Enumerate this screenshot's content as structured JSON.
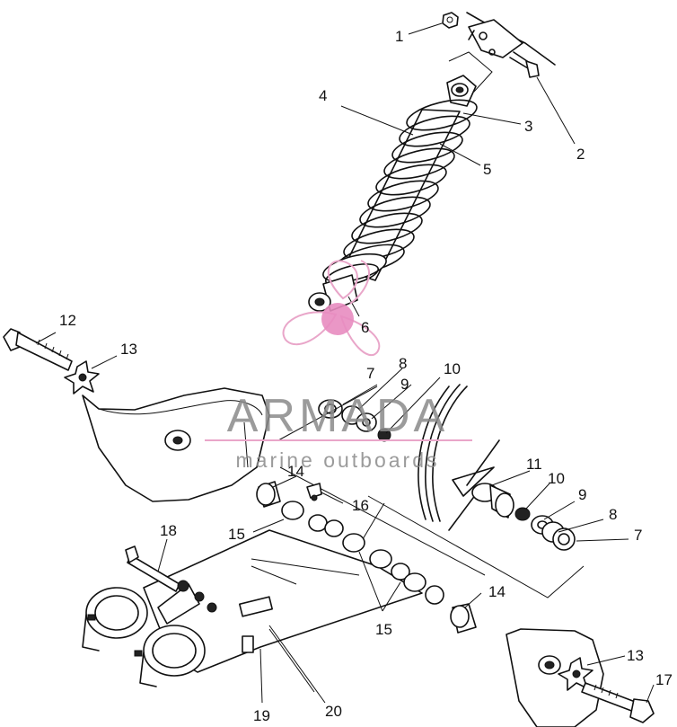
{
  "watermark": {
    "brand": "ARMADA",
    "tagline": "marine outboards",
    "logo_color": "#e9a6c9",
    "logo_fill": "#e88cc0"
  },
  "callouts": [
    {
      "id": "c1",
      "text": "1"
    },
    {
      "id": "c2",
      "text": "2"
    },
    {
      "id": "c3",
      "text": "3"
    },
    {
      "id": "c4",
      "text": "4"
    },
    {
      "id": "c5",
      "text": "5"
    },
    {
      "id": "c6",
      "text": "6"
    },
    {
      "id": "c7a",
      "text": "7"
    },
    {
      "id": "c8a",
      "text": "8"
    },
    {
      "id": "c9a",
      "text": "9"
    },
    {
      "id": "c10a",
      "text": "10"
    },
    {
      "id": "c11",
      "text": "11"
    },
    {
      "id": "c10b",
      "text": "10"
    },
    {
      "id": "c9b",
      "text": "9"
    },
    {
      "id": "c8b",
      "text": "8"
    },
    {
      "id": "c7b",
      "text": "7"
    },
    {
      "id": "c12",
      "text": "12"
    },
    {
      "id": "c13a",
      "text": "13"
    },
    {
      "id": "c14a",
      "text": "14"
    },
    {
      "id": "c16",
      "text": "16"
    },
    {
      "id": "c15a",
      "text": "15"
    },
    {
      "id": "c18",
      "text": "18"
    },
    {
      "id": "c14b",
      "text": "14"
    },
    {
      "id": "c15b",
      "text": "15"
    },
    {
      "id": "c13b",
      "text": "13"
    },
    {
      "id": "c17",
      "text": "17"
    },
    {
      "id": "c19",
      "text": "19"
    },
    {
      "id": "c20",
      "text": "20"
    }
  ]
}
